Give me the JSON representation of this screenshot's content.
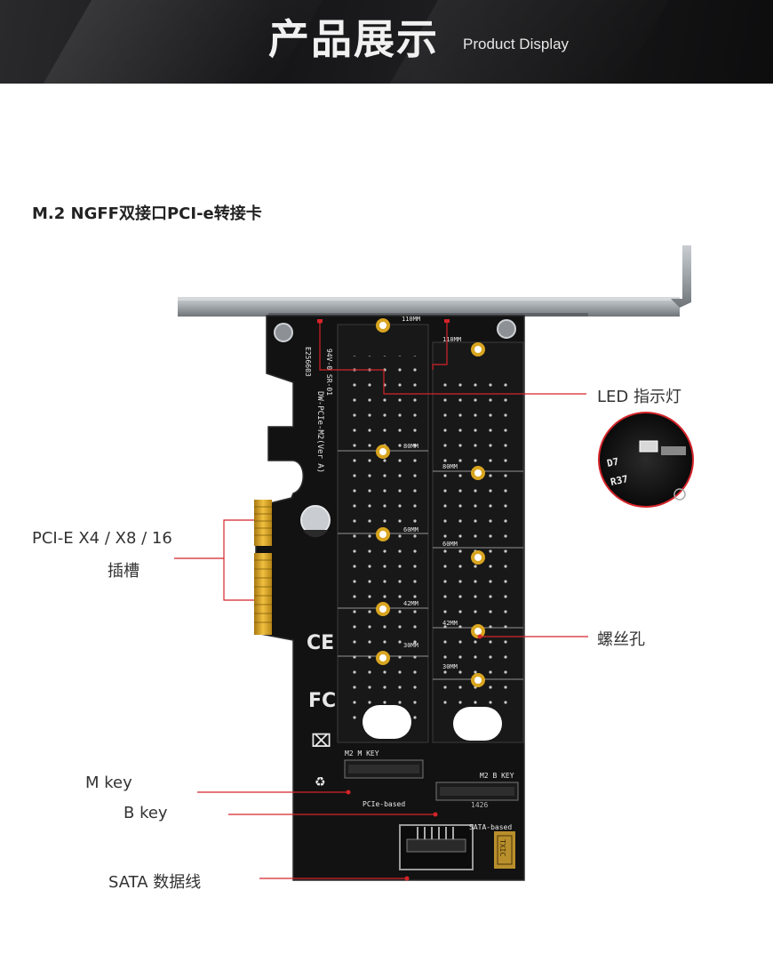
{
  "banner": {
    "title_cn": "产品展示",
    "title_en": "Product Display"
  },
  "product": {
    "name": "M.2 NGFF双接口PCI-e转接卡"
  },
  "callouts": {
    "led": "LED 指示灯",
    "pcie_line1": "PCI-E X4 / X8 / 16",
    "pcie_line2": "插槽",
    "screw": "螺丝孔",
    "mkey": "M key",
    "bkey": "B key",
    "sata": "SATA 数据线"
  },
  "board_text": {
    "m_slot_label": "M2  M  KEY",
    "b_slot_label": "M2  B  KEY",
    "pcie_based": "PCIe-based",
    "sata_based": "SATA-based",
    "model": "DW-PCIe-M2(Ver A)",
    "cert": "E256603",
    "rating": "94V-0 SR-01",
    "len_110": "110MM",
    "len_80": "80MM",
    "len_60": "60MM",
    "len_42": "42MM",
    "len_30": "30MM",
    "chip": "TXIC",
    "chip_code": "1426"
  },
  "colors": {
    "accent": "#d4242a",
    "pcb": "#121212",
    "gold": "#d9a520",
    "bracket": "#9ea3a8"
  }
}
